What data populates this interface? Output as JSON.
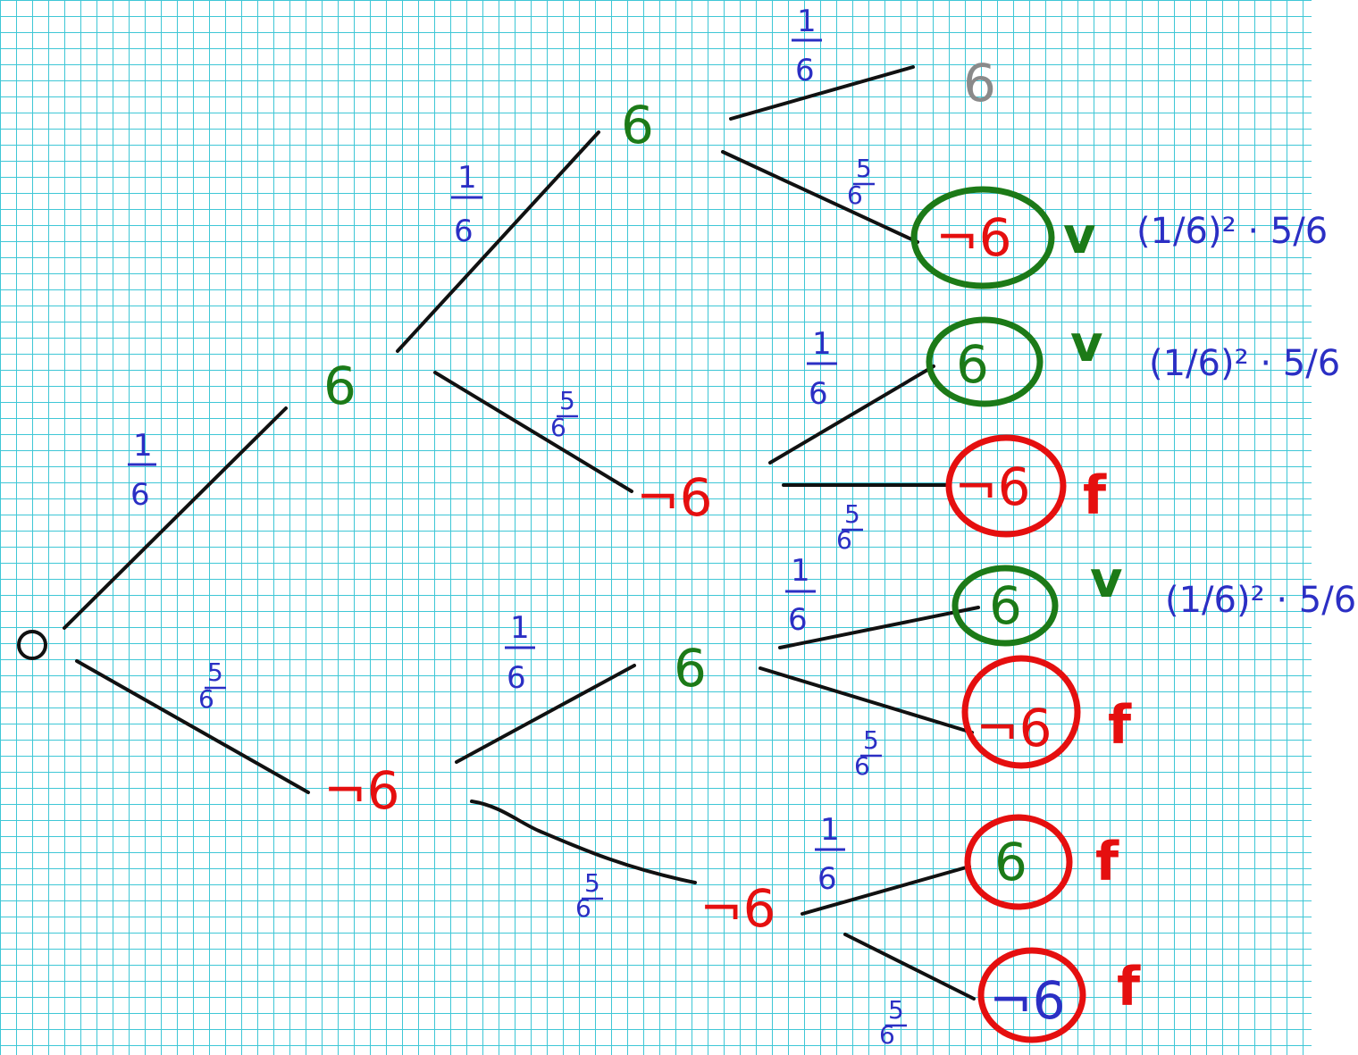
{
  "tree": {
    "root_symbol": "○",
    "labels": {
      "six": "6",
      "not_six": "¬6",
      "prob_one": "1/6",
      "prob_five": "5/6",
      "one": "1",
      "five": "5",
      "den": "6"
    },
    "nodes": {
      "l1_top": "6",
      "l1_bottom": "¬6",
      "l2_a": "6",
      "l2_b": "¬6",
      "l2_c": "6",
      "l2_d": "¬6",
      "l3_1": "6",
      "l3_2": "¬6",
      "l3_3": "6",
      "l3_4": "¬6",
      "l3_5": "6",
      "l3_6": "¬6",
      "l3_7": "6",
      "l3_8": "¬6"
    },
    "marks": {
      "success": "v",
      "failure": "f"
    },
    "formulas": {
      "f1": "(1/6)² · 5/6",
      "f2": "(1/6)² · 5/6",
      "f3": "(1/6)² · 5/6"
    },
    "colors": {
      "success": "#1c7a17",
      "failure": "#e50f0f",
      "probability": "#2b2fc4",
      "faded": "#8a8a8a",
      "grid": "#3fc7d6"
    }
  }
}
